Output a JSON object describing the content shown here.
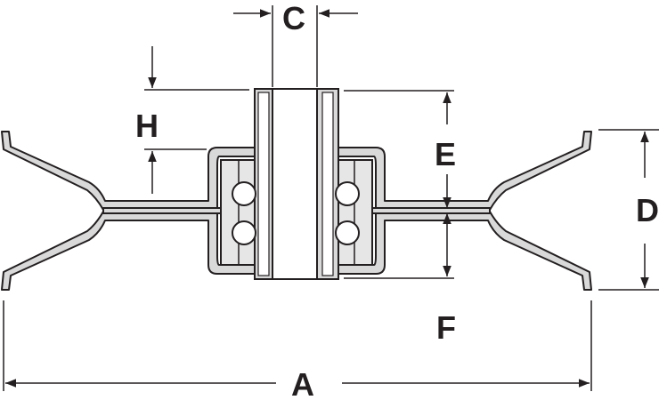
{
  "labels": {
    "A": "A",
    "C": "C",
    "D": "D",
    "E": "E",
    "F": "F",
    "H": "H"
  },
  "colors": {
    "ink": "#231f20",
    "fill": "#d9d9d9",
    "white": "#ffffff",
    "bearing": "#e6e6e6"
  }
}
